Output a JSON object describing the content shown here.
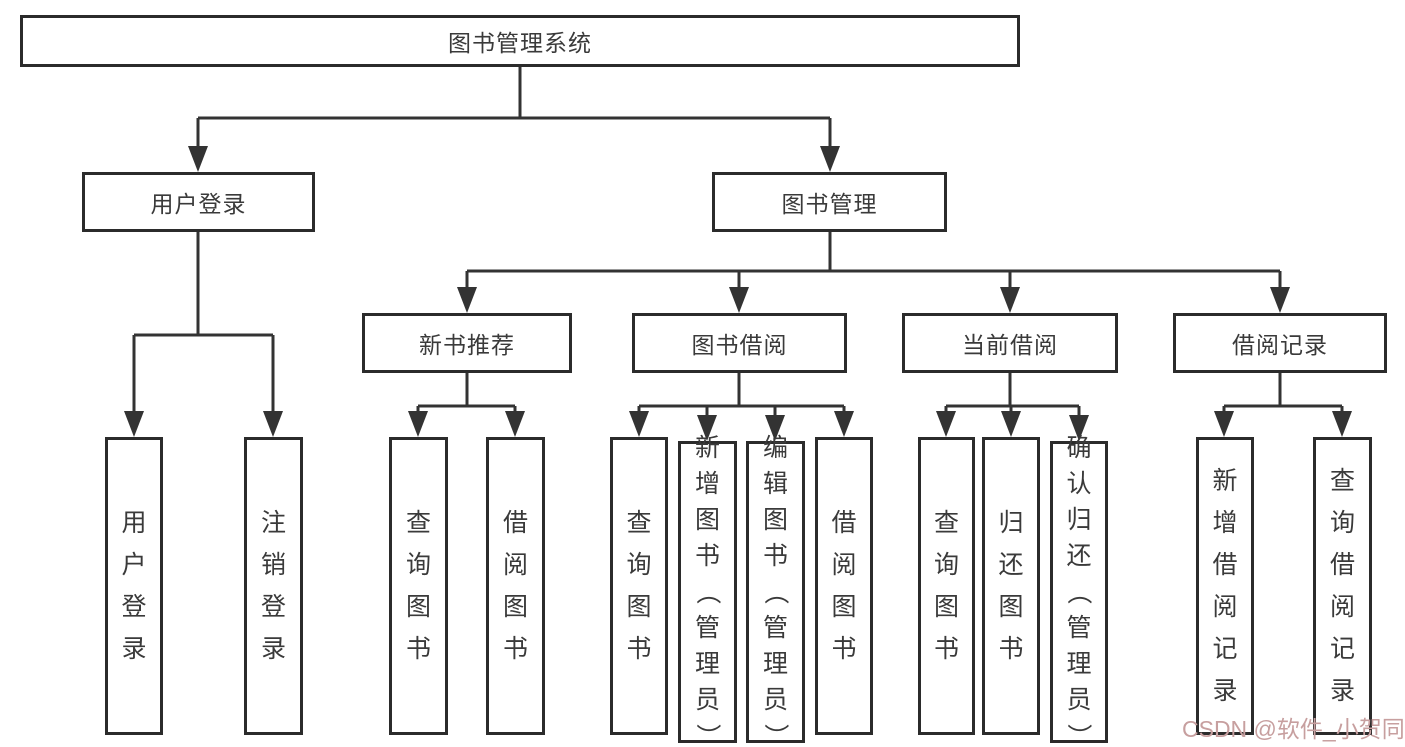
{
  "tree": {
    "label": "图书管理系统",
    "children": [
      {
        "label": "用户登录",
        "children": [
          {
            "label": "用户登录"
          },
          {
            "label": "注销登录"
          }
        ]
      },
      {
        "label": "图书管理",
        "children": [
          {
            "label": "新书推荐",
            "children": [
              {
                "label": "查询图书"
              },
              {
                "label": "借阅图书"
              }
            ]
          },
          {
            "label": "图书借阅",
            "children": [
              {
                "label": "查询图书"
              },
              {
                "label": "新增图书（管理员）"
              },
              {
                "label": "编辑图书（管理员）"
              },
              {
                "label": "借阅图书"
              }
            ]
          },
          {
            "label": "当前借阅",
            "children": [
              {
                "label": "查询图书"
              },
              {
                "label": "归还图书"
              },
              {
                "label": "确认归还（管理员）"
              }
            ]
          },
          {
            "label": "借阅记录",
            "children": [
              {
                "label": "新增借阅记录"
              },
              {
                "label": "查询借阅记录"
              }
            ]
          }
        ]
      }
    ]
  },
  "watermark": {
    "text": "CSDN @软件_小贺同学"
  },
  "colors": {
    "line": "#333333",
    "border": "#2b2b2b",
    "text": "#3a3a3a",
    "watermark": "#c79f9f",
    "bg": "#ffffff"
  }
}
